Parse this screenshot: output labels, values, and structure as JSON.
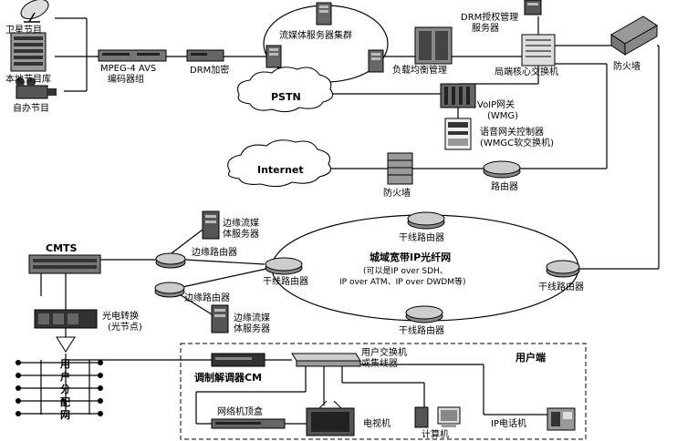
{
  "labels": {
    "satellite": "卫星节目",
    "local_library": "本地节目库",
    "self_program": "自办节目",
    "encoder_1": "MPEG-4 AVS",
    "encoder_2": "编码器组",
    "drm_encrypt": "DRM加密",
    "stream_cluster": "流媒体服务器集群",
    "load_balance": "负载均衡管理",
    "drm_server_1": "DRM授权管理",
    "drm_server_2": "服务器",
    "core_switch": "局端核心交换机",
    "firewall_top": "防火墙",
    "pstn": "PSTN",
    "voip_1": "VoIP网关",
    "voip_2": "(WMG)",
    "voice_ctrl_1": "语音网关控制器",
    "voice_ctrl_2": "(WMGC软交换机)",
    "internet": "Internet",
    "firewall_mid": "防火墙",
    "router": "路由器",
    "edge_server_top_1": "边缘流媒",
    "edge_server_top_2": "体服务器",
    "cmts": "CMTS",
    "edge_router_top": "边缘路由器",
    "backbone_left": "干线路由器",
    "backbone_top": "干线路由器",
    "backbone_right": "干线路由器",
    "backbone_bottom": "干线路由器",
    "edge_router_bottom": "边缘路由器",
    "edge_server_bottom_1": "边缘流媒",
    "edge_server_bottom_2": "体服务器",
    "metro_1": "城域宽带IP光纤网",
    "metro_2": "(可以是IP over SDH、",
    "metro_3": "IP over ATM、IP over DWDM等)",
    "optical_1": "光电转换",
    "optical_2": "(光节点)",
    "user_distribution_1": "用",
    "user_distribution_2": "户",
    "user_distribution_3": "分",
    "user_distribution_4": "配",
    "user_distribution_5": "网",
    "modem": "调制解调器CM",
    "user_switch_1": "用户交换机",
    "user_switch_2": "或集线器",
    "user_end": "用户端",
    "settop": "网络机顶盒",
    "tv": "电视机",
    "computer": "计算机",
    "ip_phone": "IP电话机"
  }
}
